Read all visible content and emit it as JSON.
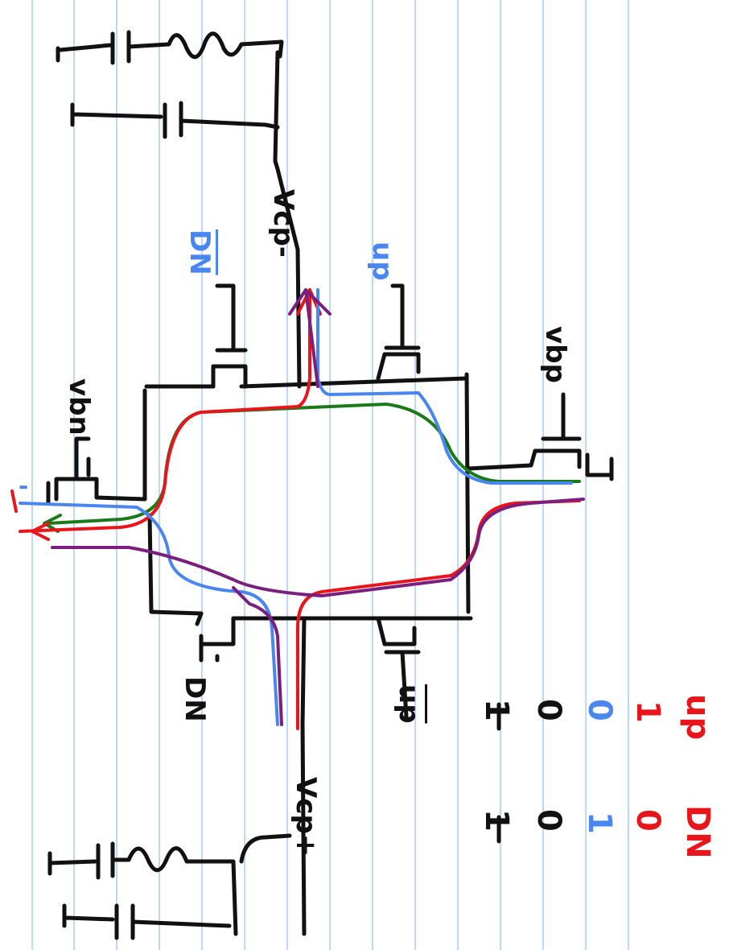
{
  "colors": {
    "paper": "#ffffff",
    "rule_line": "#a9ccf5",
    "ink": "#111111",
    "red": "#e8161b",
    "green": "#1a7a1a",
    "blue": "#4a86f0",
    "purple": "#7a1f7e"
  },
  "labels": {
    "vcp_minus": "Vcp-",
    "vcp_plus": "Vcp+",
    "dn_bar": "DN",
    "up": "up",
    "up_bar": "up",
    "dn": "DN",
    "vbp": "vbp",
    "vbn": "vbn",
    "node_left_mark": "'"
  },
  "truth_table": {
    "header_up": "up",
    "header_dn": "DN",
    "rows": [
      {
        "up": "1",
        "dn": "0"
      },
      {
        "up": "0",
        "dn": "1"
      },
      {
        "up": "0",
        "dn": "0"
      },
      {
        "up": "1",
        "dn": "1"
      }
    ]
  }
}
